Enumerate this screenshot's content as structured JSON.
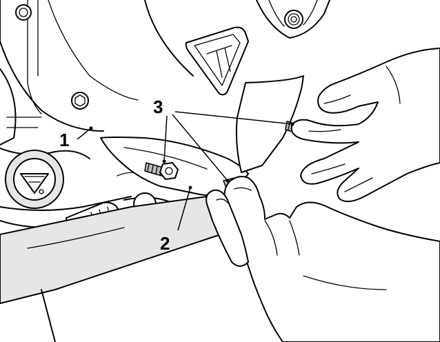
{
  "callouts": [
    {
      "id": "1",
      "label": "1"
    },
    {
      "id": "2",
      "label": "2"
    },
    {
      "id": "3",
      "label": "3"
    }
  ],
  "colors": {
    "line": "#000000",
    "background": "#ffffff",
    "shade": "#e6e6e6"
  },
  "icons": [
    "engine-cover-logo",
    "bolt",
    "hand",
    "brake-pedal"
  ]
}
